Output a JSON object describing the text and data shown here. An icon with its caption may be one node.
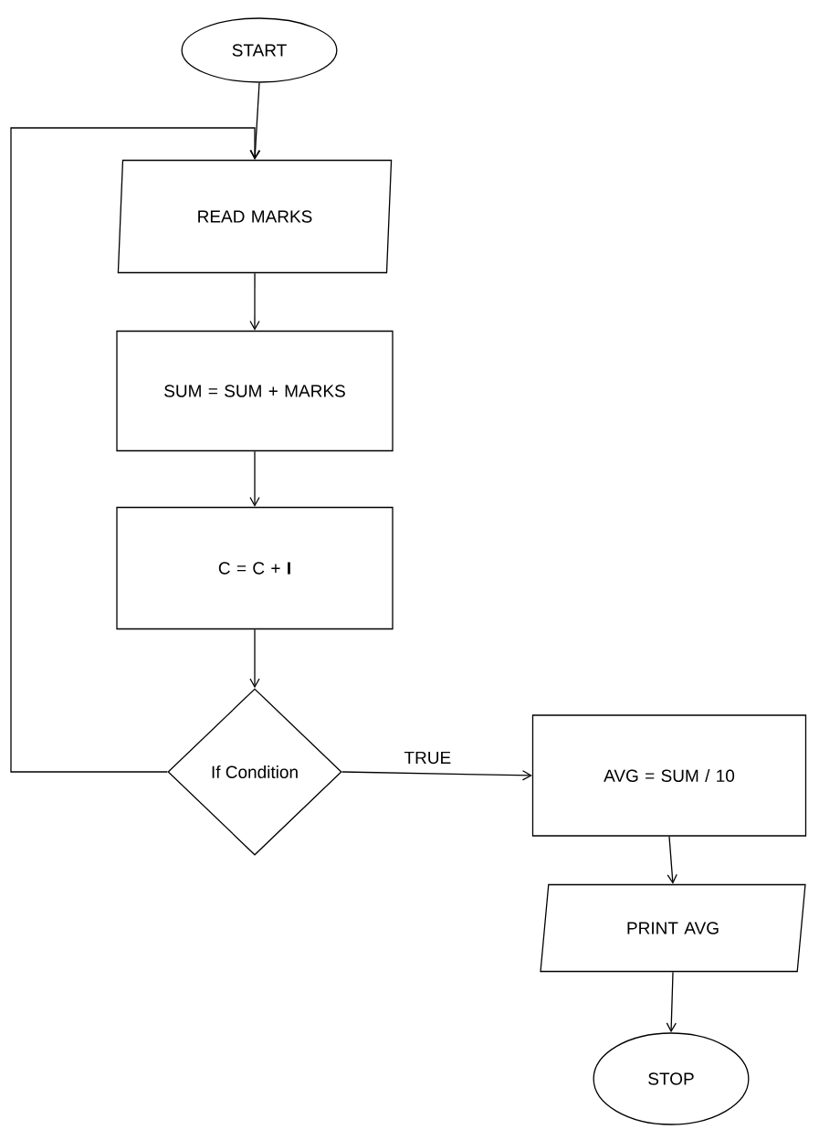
{
  "diagram": {
    "nodes": [
      {
        "text": [
          "START"
        ]
      },
      {
        "text": [
          "READ MARKS"
        ]
      },
      {
        "text": [
          "SUM =  SUM + MARKS"
        ]
      },
      {
        "text": [
          "C = C + **I**"
        ]
      },
      {
        "text": [
          "If Condition"
        ]
      },
      {
        "text": [
          "AVG =  SUM / 10"
        ]
      },
      {
        "text": [
          "PRINT AVG"
        ]
      },
      {
        "text": [
          "STOP"
        ]
      }
    ],
    "edges": [
      {
        "from": 0,
        "to": 1,
        "arrow": "to"
      },
      {
        "from": 1,
        "to": 2,
        "arrow": "to"
      },
      {
        "from": 2,
        "to": 3,
        "arrow": "to"
      },
      {
        "from": 3,
        "to": 4,
        "arrow": "to"
      },
      {
        "from": 4,
        "to": 5,
        "arrow": "to",
        "label": "TRUE"
      },
      {
        "from": 4,
        "to": 1,
        "arrow": "to"
      },
      {
        "from": 5,
        "to": 6,
        "arrow": "to"
      },
      {
        "from": 6,
        "to": 7,
        "arrow": "to"
      }
    ]
  }
}
